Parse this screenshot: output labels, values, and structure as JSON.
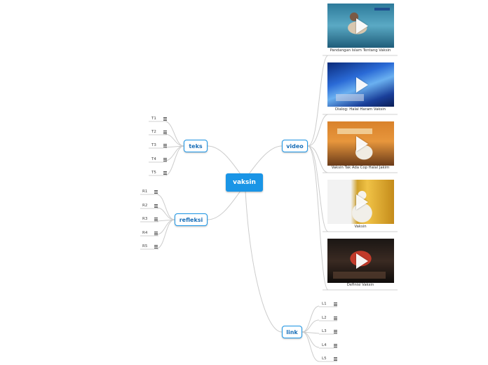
{
  "map": {
    "root": "vaksin",
    "branches": {
      "teks": {
        "label": "teks",
        "items": [
          "T1",
          "T2",
          "T3",
          "T4",
          "T5"
        ]
      },
      "refleksi": {
        "label": "refleksi",
        "items": [
          "R1",
          "R2",
          "R3",
          "R4",
          "R5"
        ]
      },
      "video": {
        "label": "video",
        "items": [
          {
            "caption": "Pandangan Islam Tentang Vaksin"
          },
          {
            "caption": "Dialog: Halal Haram Vaksin"
          },
          {
            "caption": "Vaksin Tak Ada Cop Halal Jakim"
          },
          {
            "caption": "Vaksin"
          },
          {
            "caption": "Definisi Vaksin"
          }
        ]
      },
      "link": {
        "label": "link",
        "items": [
          "L1",
          "L2",
          "L3",
          "L4",
          "L5"
        ]
      }
    }
  },
  "colors": {
    "accent": "#1a95e6",
    "connector": "#c9c9c9"
  },
  "icons": {
    "leaf_note": "note-lines-icon",
    "video_play": "play-icon"
  }
}
